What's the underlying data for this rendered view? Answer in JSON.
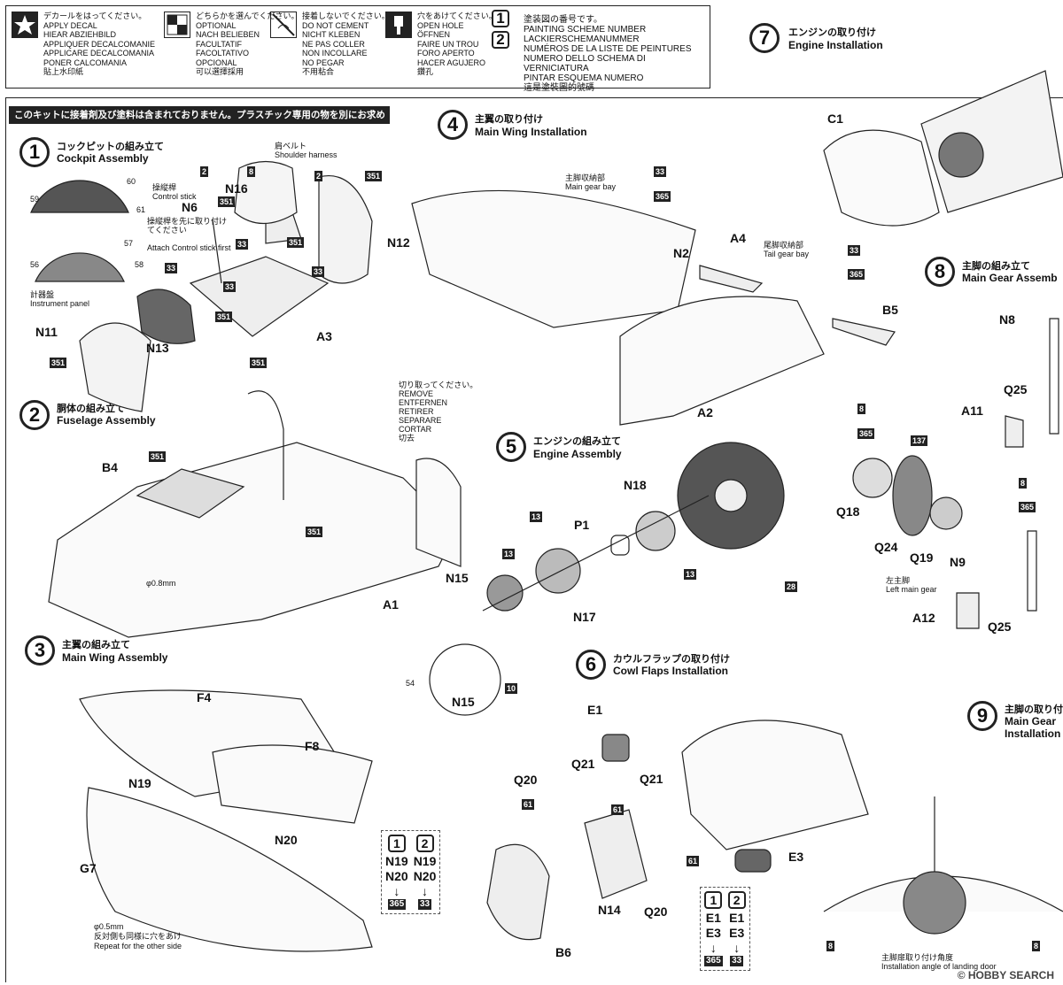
{
  "legend": {
    "apply_decal": {
      "lines": [
        "デカールをはってください。",
        "APPLY DECAL",
        "HIEAR ABZIEHBILD",
        "APPLIQUER DECALCOMANIE",
        "APPLICARE DECALCOMANIA",
        "PONER CALCOMANIA",
        "貼上水印紙"
      ]
    },
    "optional": {
      "lines": [
        "どちらかを選んでください。",
        "OPTIONAL",
        "NACH BELIEBEN",
        "FACULTATIF",
        "FACOLTATIVO",
        "OPCIONAL",
        "可以選擇採用"
      ]
    },
    "no_cement": {
      "lines": [
        "接着しないでください。",
        "DO NOT CEMENT",
        "NICHT KLEBEN",
        "NE PAS COLLER",
        "NON INCOLLARE",
        "NO PEGAR",
        "不用粘合"
      ]
    },
    "open_hole": {
      "lines": [
        "穴をあけてください。",
        "OPEN HOLE",
        "ÖFFNEN",
        "FAIRE UN TROU",
        "FORO APERTO",
        "HACER AGUJERO",
        "鑽孔"
      ]
    },
    "painting": {
      "badge1": "1",
      "badge2": "2",
      "lines": [
        "塗装図の番号です。",
        "PAINTING SCHEME NUMBER",
        "LACKIERSCHEMANUMMER",
        "NUMÉROS DE LA LISTE DE PEINTURES",
        "NUMERO DELLO SCHEMA DI VERNICIATURA",
        "PINTAR ESQUEMA NUMERO",
        "這是塗裝圖的號碼"
      ]
    }
  },
  "note": "このキットに接着剤及び塗料は含まれておりません。プラスチック専用の物を別にお求め下さい。",
  "steps": [
    {
      "num": "1",
      "jp": "コックピットの組み立て",
      "en": "Cockpit Assembly"
    },
    {
      "num": "2",
      "jp": "胴体の組み立て",
      "en": "Fuselage Assembly"
    },
    {
      "num": "3",
      "jp": "主翼の組み立て",
      "en": "Main Wing Assembly"
    },
    {
      "num": "4",
      "jp": "主翼の取り付け",
      "en": "Main Wing Installation"
    },
    {
      "num": "5",
      "jp": "エンジンの組み立て",
      "en": "Engine Assembly"
    },
    {
      "num": "6",
      "jp": "カウルフラップの取り付け",
      "en": "Cowl Flaps Installation"
    },
    {
      "num": "7",
      "jp": "エンジンの取り付け",
      "en": "Engine Installation"
    },
    {
      "num": "8",
      "jp": "主脚の組み立て",
      "en": "Main Gear Assemb"
    },
    {
      "num": "9",
      "jp": "主脚の取り付",
      "en": "Main Gear",
      "en2": "Installation"
    }
  ],
  "step1": {
    "control_stick_jp": "操縦桿",
    "control_stick_en": "Control stick",
    "shoulder_jp": "肩ベルト",
    "shoulder_en": "Shoulder harness",
    "attach_jp": "操縦桿を先に取り付けてください",
    "attach_en": "Attach  Control stick first",
    "panel_jp": "計器盤",
    "panel_en": "Instrument panel",
    "parts": [
      "N6",
      "N16",
      "N12",
      "N11",
      "N13",
      "A3"
    ],
    "decals": [
      "59",
      "60",
      "61",
      "57",
      "56",
      "58"
    ],
    "codes": [
      "2",
      "351",
      "8",
      "33",
      "351",
      "33",
      "33",
      "33",
      "351",
      "351",
      "351",
      "2",
      "351"
    ]
  },
  "step2": {
    "parts": [
      "B4",
      "A1"
    ],
    "hole": "φ0.8mm",
    "cutoff": [
      "切り取ってください。",
      "REMOVE",
      "ENTFERNEN",
      "RETIRER",
      "SEPARARE",
      "CORTAR",
      "切去"
    ],
    "codes": [
      "351",
      "351"
    ]
  },
  "step3": {
    "parts": [
      "F4",
      "F8",
      "N19",
      "N20",
      "G7"
    ],
    "hole": "φ0.5mm",
    "repeat_jp": "反対側も同様に穴をあけ",
    "repeat_en": "Repeat for the other side",
    "table": [
      {
        "badge": "1",
        "a": "N19",
        "b": "N20",
        "arrow": "↓",
        "code": "365"
      },
      {
        "badge": "2",
        "a": "N19",
        "b": "N20",
        "arrow": "↓",
        "code": "33"
      }
    ]
  },
  "step4": {
    "main_bay_jp": "主脚収納部",
    "main_bay_en": "Main gear bay",
    "tail_bay_jp": "尾脚収納部",
    "tail_bay_en": "Tail gear bay",
    "parts": [
      "N2",
      "A4",
      "B5"
    ],
    "codes": [
      "33",
      "365",
      "33",
      "365"
    ]
  },
  "step5": {
    "parts": [
      "N18",
      "A2",
      "P1",
      "N15",
      "N17",
      "N15"
    ],
    "codes": [
      "13",
      "13",
      "13",
      "28",
      "10"
    ],
    "decal": "54"
  },
  "step6": {
    "parts": [
      "E1",
      "Q21",
      "Q21",
      "Q20",
      "E3",
      "N14",
      "Q20",
      "B6"
    ],
    "codes": [
      "61",
      "61",
      "61"
    ],
    "table": [
      {
        "badge": "1",
        "a": "E1",
        "b": "E3",
        "arrow": "↓",
        "code": "365"
      },
      {
        "badge": "2",
        "a": "E1",
        "b": "E3",
        "arrow": "↓",
        "code": "33"
      }
    ]
  },
  "step7": {
    "parts": [
      "C1"
    ]
  },
  "step8": {
    "parts": [
      "N8",
      "Q25",
      "A11",
      "Q18",
      "Q24",
      "Q19",
      "N9",
      "A12",
      "Q25"
    ],
    "codes": [
      "8",
      "365",
      "137",
      "8",
      "365"
    ],
    "left_gear_jp": "左主脚",
    "left_gear_en": "Left main gear"
  },
  "step9": {
    "angle_jp": "主脚扉取り付け角度",
    "angle_en": "Installation angle of landing door",
    "codes": [
      "8",
      "8"
    ]
  },
  "watermark": "© HOBBY SEARCH"
}
